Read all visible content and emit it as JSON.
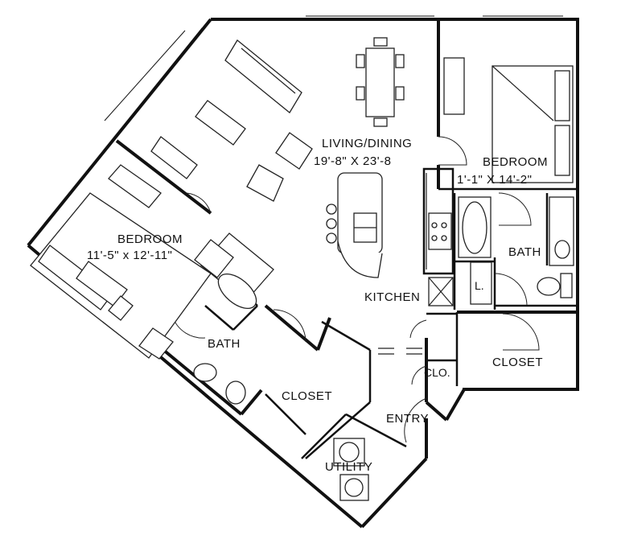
{
  "rooms": {
    "living": {
      "name": "LIVING/DINING",
      "dims": "19'-8\" X 23'-8"
    },
    "bedroom_right": {
      "name": "BEDROOM",
      "dims": "1'-1\" X 14'-2\""
    },
    "bedroom_left": {
      "name": "BEDROOM",
      "dims": "11'-5\" x 12'-11\""
    },
    "bath_right": {
      "name": "BATH"
    },
    "bath_left": {
      "name": "BATH"
    },
    "kitchen": {
      "name": "KITCHEN"
    },
    "closet_right": {
      "name": "CLOSET"
    },
    "closet_left": {
      "name": "CLOSET"
    },
    "clo": {
      "name": "CLO."
    },
    "linen": {
      "name": "L."
    },
    "entry": {
      "name": "ENTRY"
    },
    "utility": {
      "name": "UTILITY"
    }
  }
}
